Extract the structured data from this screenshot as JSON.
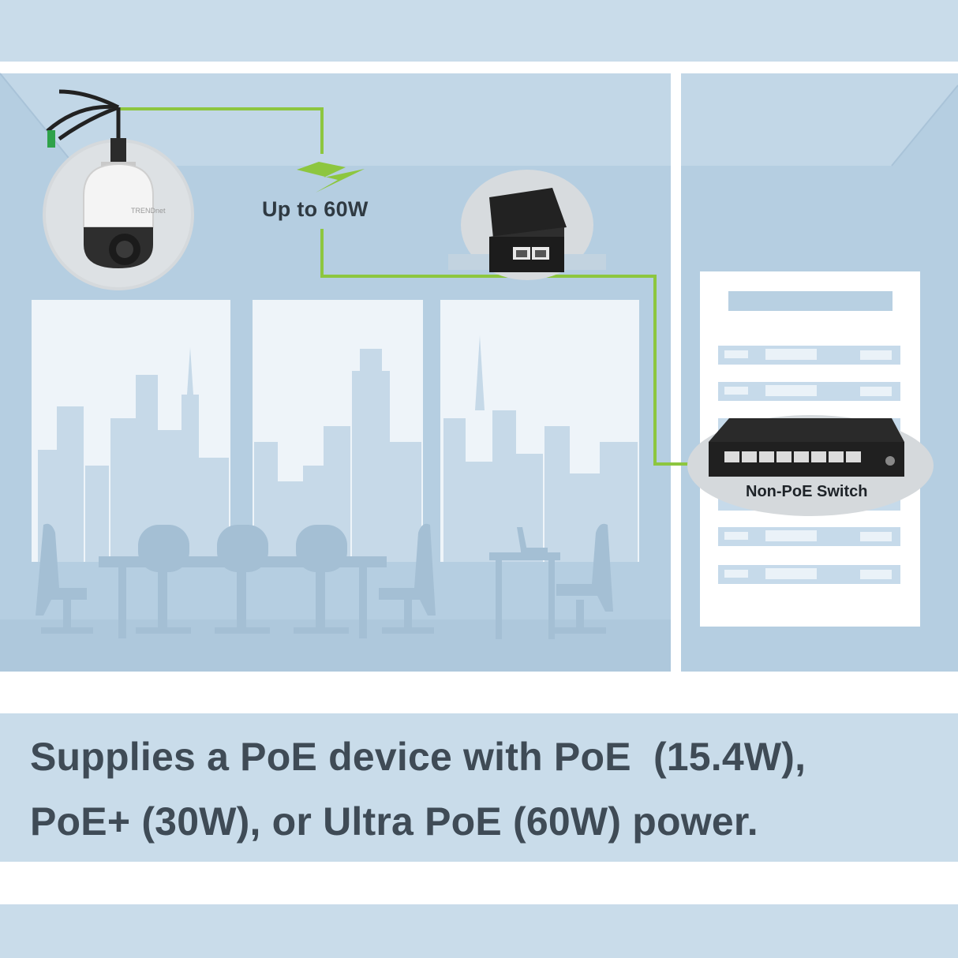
{
  "power_label": "Up to 60W",
  "switch_label": "Non-PoE Switch",
  "caption": {
    "line1": "Supplies a PoE device with PoE  (15.4W),",
    "line2": "PoE+ (30W), or Ultra PoE (60W) power."
  },
  "brand_text": "TRENDnet",
  "colors": {
    "background_blue": "#c9dcea",
    "wall_blue": "#b4cde0",
    "cable_green": "#8dc63f",
    "text_dark": "#3f4b56"
  }
}
